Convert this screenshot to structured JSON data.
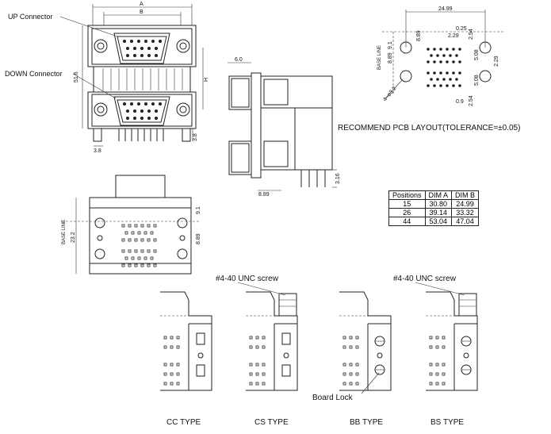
{
  "labels": {
    "up_connector": "UP Connector",
    "down_connector": "DOWN Connector",
    "recommend": "RECOMMEND PCB LAYOUT(TOLERANCE=±0.05)",
    "screw_left": "#4-40 UNC screw",
    "screw_right": "#4-40 UNC screw",
    "board_lock": "Board Lock",
    "base_line_top": "BASE LINE",
    "base_line_bottom": "BASE LINE"
  },
  "dims": {
    "a": "A",
    "b": "B",
    "h": "H",
    "d516": "51.6",
    "d38a": "3.8",
    "d38b": "3.8",
    "d60": "6.0",
    "d889a": "8.89",
    "d316": "3.16",
    "d2499": "24.99",
    "d025": "0.25",
    "d229a": "2.29",
    "d254a": "2.54",
    "d889b": "8.89",
    "d91a": "9.1",
    "d889c": "8.89",
    "d508a": "5.08",
    "d229b": "2.29",
    "d508b": "5.08",
    "d09": "0.9",
    "d254b": "2.54",
    "d4d32": "4–⌀3.2",
    "d232": "23.2",
    "d91b": "9.1",
    "d889d": "8.89"
  },
  "table": {
    "headers": [
      "Positions",
      "DIM A",
      "DIM B"
    ],
    "rows": [
      [
        "15",
        "30.80",
        "24.99"
      ],
      [
        "26",
        "39.14",
        "33.32"
      ],
      [
        "44",
        "53.04",
        "47.04"
      ]
    ]
  },
  "types": [
    "CC TYPE",
    "CS TYPE",
    "BB TYPE",
    "BS TYPE"
  ]
}
